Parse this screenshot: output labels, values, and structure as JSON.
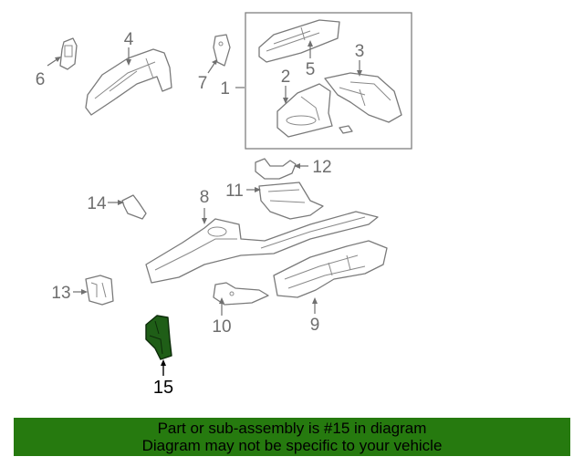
{
  "colors": {
    "banner_bg": "#267a0f",
    "highlight_part": "#1f5e17",
    "line_gray": "#7a7a7a",
    "text_gray": "#6e6e6e"
  },
  "callouts": {
    "c1": "1",
    "c2": "2",
    "c3": "3",
    "c4": "4",
    "c5": "5",
    "c6": "6",
    "c7": "7",
    "c8": "8",
    "c9": "9",
    "c10": "10",
    "c11": "11",
    "c12": "12",
    "c13": "13",
    "c14": "14",
    "c15": "15"
  },
  "banner": {
    "line1": "Part or sub-assembly is #15 in diagram",
    "line2": "Diagram may not be specific to your vehicle"
  }
}
